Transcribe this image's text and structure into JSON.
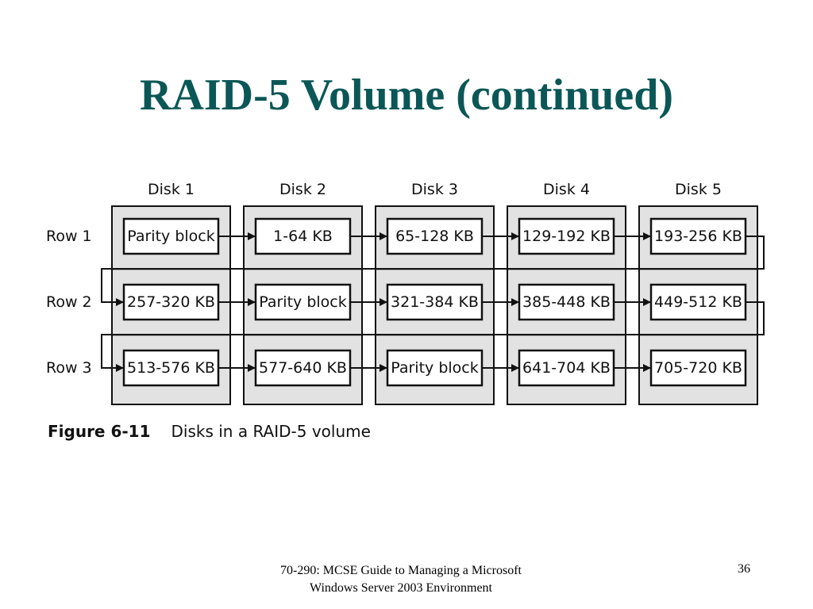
{
  "slide": {
    "title": "RAID-5 Volume (continued)",
    "footer_line1": "70-290: MCSE Guide to Managing a Microsoft",
    "footer_line2": "Windows Server 2003 Environment",
    "page_number": "36"
  },
  "figure": {
    "number": "Figure 6-11",
    "caption": "Disks in a RAID-5 volume",
    "disks": [
      "Disk 1",
      "Disk 2",
      "Disk 3",
      "Disk 4",
      "Disk 5"
    ],
    "rows": [
      {
        "label": "Row 1",
        "blocks": [
          "Parity block",
          "1-64 KB",
          "65-128 KB",
          "129-192 KB",
          "193-256 KB"
        ]
      },
      {
        "label": "Row 2",
        "blocks": [
          "257-320 KB",
          "Parity block",
          "321-384 KB",
          "385-448 KB",
          "449-512 KB"
        ]
      },
      {
        "label": "Row 3",
        "blocks": [
          "513-576 KB",
          "577-640 KB",
          "Parity block",
          "641-704 KB",
          "705-720 KB"
        ]
      }
    ]
  },
  "colors": {
    "title": "#0b5757",
    "disk_fill": "#e2e2e2",
    "stroke": "#111111"
  }
}
